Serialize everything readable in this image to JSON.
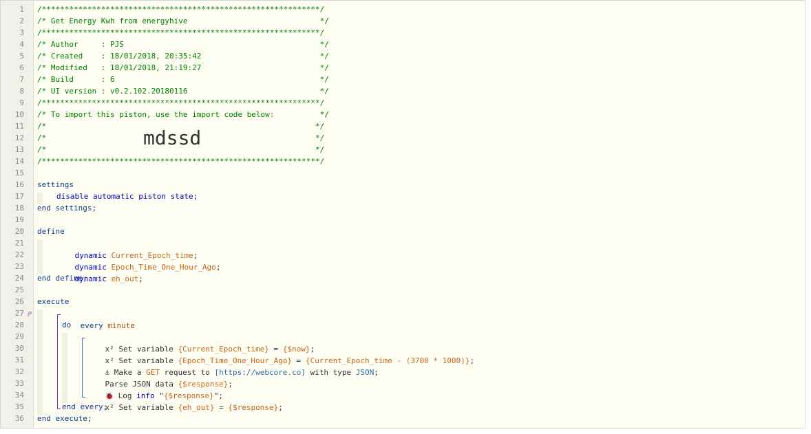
{
  "lines": [
    {
      "n": "1",
      "t": "/*************************************************************/"
    },
    {
      "n": "2",
      "t": "/* Get Energy Kwh from energyhive                             */"
    },
    {
      "n": "3",
      "t": "/*************************************************************/"
    },
    {
      "n": "4",
      "t": "/* Author     : PJS                                           */"
    },
    {
      "n": "5",
      "t": "/* Created    : 18/01/2018, 20:35:42                          */"
    },
    {
      "n": "6",
      "t": "/* Modified   : 18/01/2018, 21:19:27                          */"
    },
    {
      "n": "7",
      "t": "/* Build      : 6                                             */"
    },
    {
      "n": "8",
      "t": "/* UI version : v0.2.102.20180116                             */"
    },
    {
      "n": "9",
      "t": "/*************************************************************/"
    },
    {
      "n": "10",
      "t": "/* To import this piston, use the import code below:          */"
    },
    {
      "n": "11",
      "t": "/*                                                           */"
    },
    {
      "n": "12",
      "t": "/*                                                           */"
    },
    {
      "n": "13",
      "t": "/*                                                           */"
    },
    {
      "n": "14",
      "t": "/*************************************************************/"
    },
    {
      "n": "15",
      "t": ""
    },
    {
      "n": "16",
      "t": "settings"
    },
    {
      "n": "17",
      "t": "disable automatic piston state;"
    },
    {
      "n": "18",
      "t": "end settings;"
    },
    {
      "n": "19",
      "t": ""
    },
    {
      "n": "20",
      "t": "define"
    },
    {
      "n": "21",
      "t": ""
    },
    {
      "n": "22",
      "t": ""
    },
    {
      "n": "23",
      "t": ""
    },
    {
      "n": "24",
      "t": "end define;"
    },
    {
      "n": "25",
      "t": ""
    },
    {
      "n": "26",
      "t": "execute"
    },
    {
      "n": "27",
      "t": ""
    },
    {
      "n": "28",
      "t": "do"
    },
    {
      "n": "29",
      "t": ""
    },
    {
      "n": "30",
      "t": ""
    },
    {
      "n": "31",
      "t": ""
    },
    {
      "n": "32",
      "t": ""
    },
    {
      "n": "33",
      "t": ""
    },
    {
      "n": "34",
      "t": ""
    },
    {
      "n": "35",
      "t": "end every;"
    },
    {
      "n": "36",
      "t": "end execute;"
    }
  ],
  "import_code": "mdssd",
  "marker27": "P",
  "defines": {
    "kw": "dynamic",
    "v1": "Current_Epoch_time",
    "v2": "Epoch_Time_One_Hour_Ago",
    "v3": "eh_out"
  },
  "every": {
    "kw": "every",
    "val": "minute"
  },
  "stmts": {
    "s29": {
      "icon": "x²",
      "a": "Set variable ",
      "v": "{Current_Epoch_time}",
      "b": " = ",
      "e": "{$now}",
      "end": ";"
    },
    "s30": {
      "icon": "x²",
      "a": "Set variable ",
      "v": "{Epoch_Time_One_Hour_Ago}",
      "b": " = ",
      "e": "{Current_Epoch_time - (3700 * 1000)}",
      "end": ";"
    },
    "s31": {
      "icon": "⚓",
      "a": "Make a ",
      "m": "GET",
      "b": " request to ",
      "u": "[https://webcore.co]",
      "c": " with type ",
      "j": "JSON",
      "end": ";"
    },
    "s32": {
      "a": "Parse JSON data ",
      "v": "{$response}",
      "end": ";"
    },
    "s33": {
      "icon": "🐞",
      "a": "Log ",
      "lv": "info",
      "b": " \"",
      "v": "{$response}",
      "end": "\";"
    },
    "s34": {
      "icon": "x²",
      "a": "Set variable ",
      "v": "{eh_out}",
      "b": " = ",
      "e": "{$response}",
      "end": ";"
    }
  }
}
